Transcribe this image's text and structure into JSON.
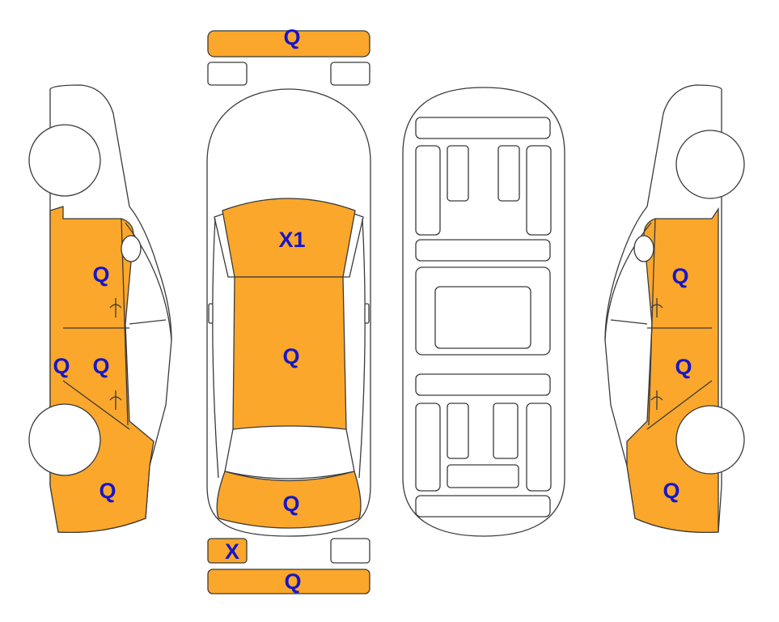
{
  "colors": {
    "damaged": "#FBA72B",
    "label": "#1616C8",
    "outline": "#3a3a3a",
    "background": "#ffffff"
  },
  "labels": {
    "front_bumper": "Q",
    "hood": "X1",
    "roof": "Q",
    "trunk_lid": "Q",
    "rear_left_small": "X",
    "rear_bumper": "Q",
    "left_front_door": "Q",
    "left_rear_door": "Q",
    "left_sill": "Q",
    "left_rear_quarter": "Q",
    "right_front_door": "Q",
    "right_rear_door": "Q",
    "right_rear_quarter": "Q"
  }
}
